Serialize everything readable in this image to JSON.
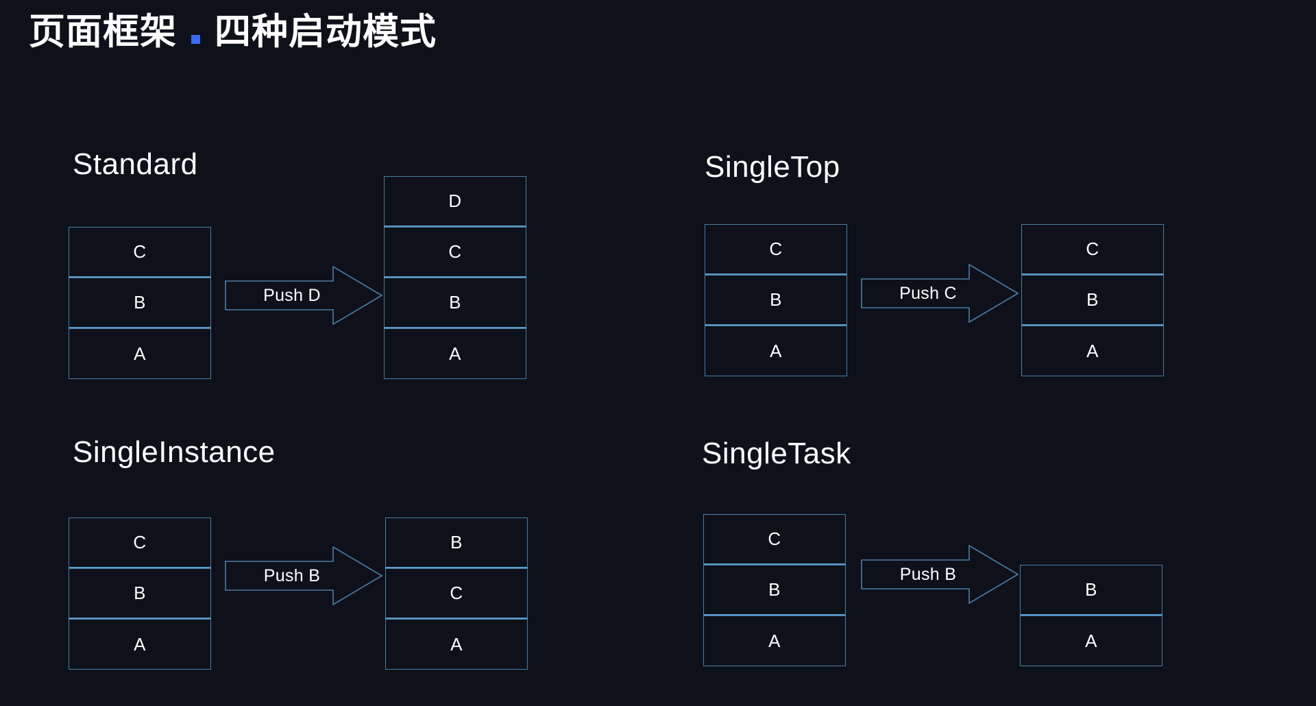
{
  "slide": {
    "background_color": "#0e1119",
    "border_color": "#4a7ea6",
    "border_highlight_color": "#5a9ccb",
    "accent_color": "#3a6cf0",
    "text_color": "#ffffff",
    "title": {
      "left": "页面框架",
      "separator": "blue-square",
      "right": "四种启动模式"
    }
  },
  "sections": [
    {
      "id": "standard",
      "title": "Standard",
      "arrow_label": "Push D",
      "before": [
        "C",
        "B",
        "A"
      ],
      "after": [
        "D",
        "C",
        "B",
        "A"
      ]
    },
    {
      "id": "singletop",
      "title": "SingleTop",
      "arrow_label": "Push C",
      "before": [
        "C",
        "B",
        "A"
      ],
      "after": [
        "C",
        "B",
        "A"
      ]
    },
    {
      "id": "singleinstance",
      "title": "SingleInstance",
      "arrow_label": "Push B",
      "before": [
        "C",
        "B",
        "A"
      ],
      "after": [
        "B",
        "C",
        "A"
      ]
    },
    {
      "id": "singletask",
      "title": "SingleTask",
      "arrow_label": "Push B",
      "before": [
        "C",
        "B",
        "A"
      ],
      "after": [
        "B",
        "A"
      ]
    }
  ]
}
